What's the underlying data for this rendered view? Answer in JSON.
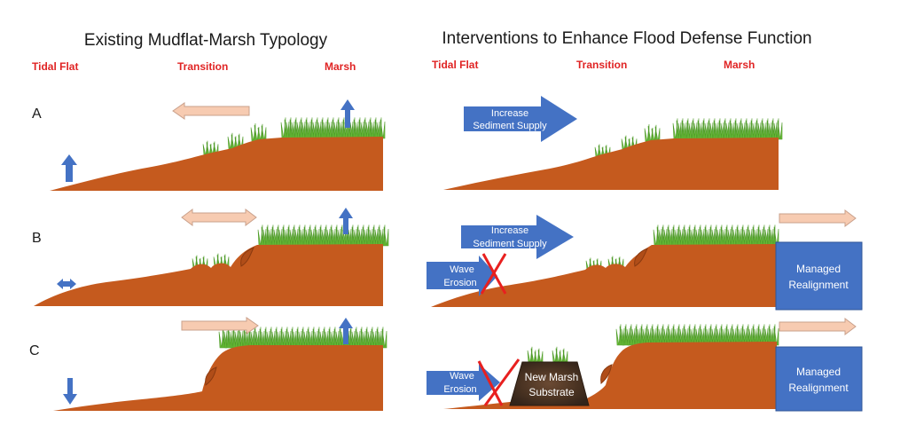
{
  "left_panel": {
    "title": "Existing Mudflat-Marsh Typology",
    "zones": {
      "tidal_flat": "Tidal Flat",
      "transition": "Transition",
      "marsh": "Marsh"
    }
  },
  "right_panel": {
    "title": "Interventions to Enhance Flood Defense Function",
    "zones": {
      "tidal_flat": "Tidal Flat",
      "transition": "Transition",
      "marsh": "Marsh"
    }
  },
  "rows": {
    "a": "A",
    "b": "B",
    "c": "C"
  },
  "interventions": {
    "sediment_line1": "Increase",
    "sediment_line2": "Sediment Supply",
    "wave_line1": "Wave",
    "wave_line2": "Erosion",
    "realign_line1": "Managed",
    "realign_line2": "Realignment",
    "substrate_line1": "New Marsh",
    "substrate_line2": "Substrate"
  },
  "colors": {
    "soil": "#c55a1e",
    "grass": "#6cc03a",
    "arrow_blue": "#4472c4",
    "arrow_peach": "#f7cbb1",
    "zone_label": "#e02424",
    "cross": "#e8201f"
  }
}
